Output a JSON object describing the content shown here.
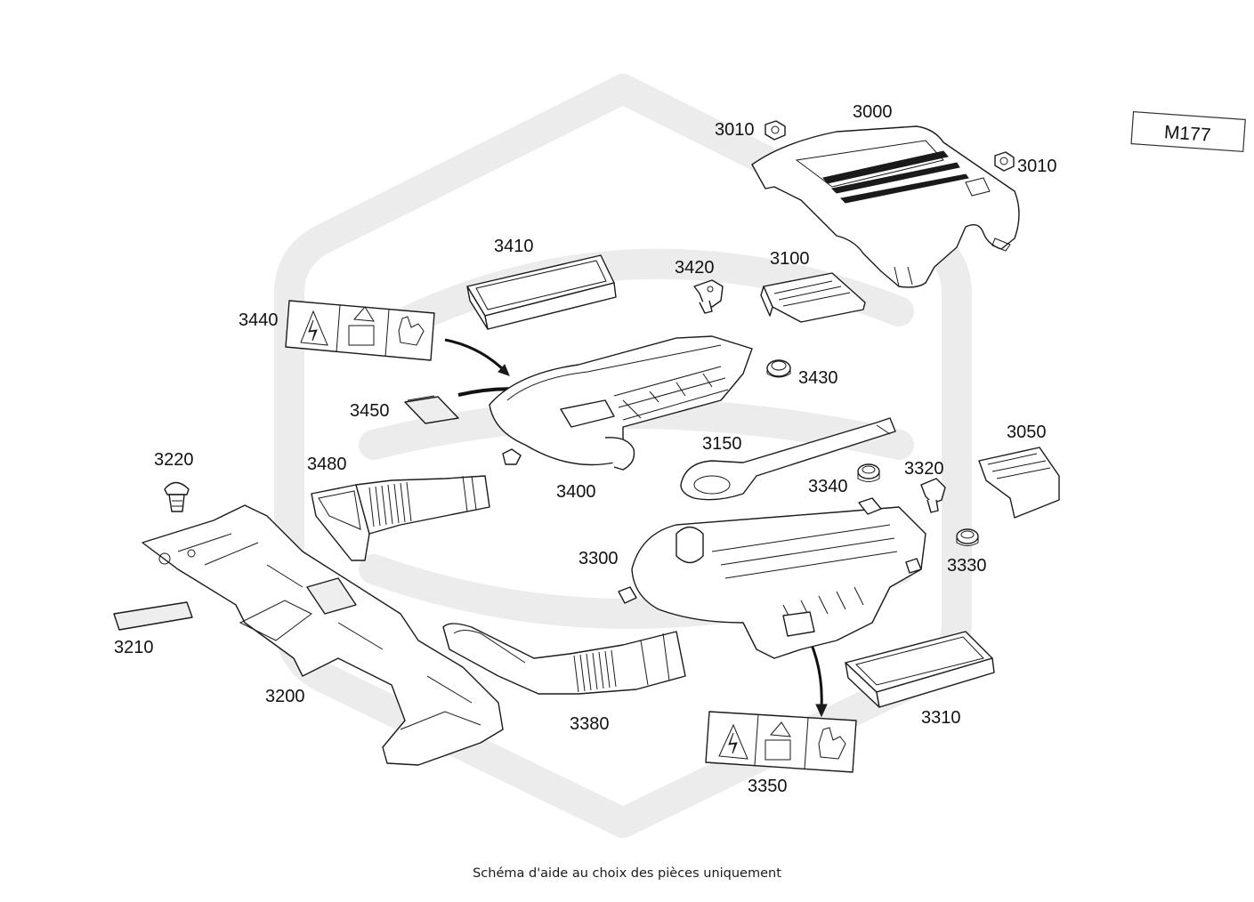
{
  "model_code": "M177",
  "caption": "Schéma d'aide au choix des pièces uniquement",
  "part_labels": {
    "p3000": "3000",
    "p3010a": "3010",
    "p3010b": "3010",
    "p3050": "3050",
    "p3100": "3100",
    "p3150": "3150",
    "p3200": "3200",
    "p3210": "3210",
    "p3220": "3220",
    "p3300": "3300",
    "p3310": "3310",
    "p3320": "3320",
    "p3330": "3330",
    "p3340": "3340",
    "p3350": "3350",
    "p3380": "3380",
    "p3400": "3400",
    "p3410": "3410",
    "p3420": "3420",
    "p3430": "3430",
    "p3440": "3440",
    "p3450": "3450",
    "p3480": "3480"
  }
}
